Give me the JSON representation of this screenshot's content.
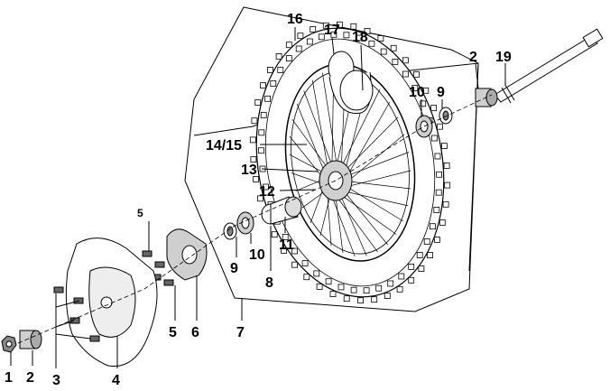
{
  "callouts": {
    "c1": "1",
    "c2_left": "2",
    "c3": "3",
    "c4": "4",
    "c5_bottom": "5",
    "c5_top": "5",
    "c6": "6",
    "c7": "7",
    "c8": "8",
    "c9_lower": "9",
    "c10_lower": "10",
    "c11": "11",
    "c12": "12",
    "c13": "13",
    "c14_15": "14/15",
    "c16": "16",
    "c17": "17",
    "c18": "18",
    "c10_upper": "10",
    "c9_upper": "9",
    "c2_right": "2",
    "c19": "19"
  }
}
